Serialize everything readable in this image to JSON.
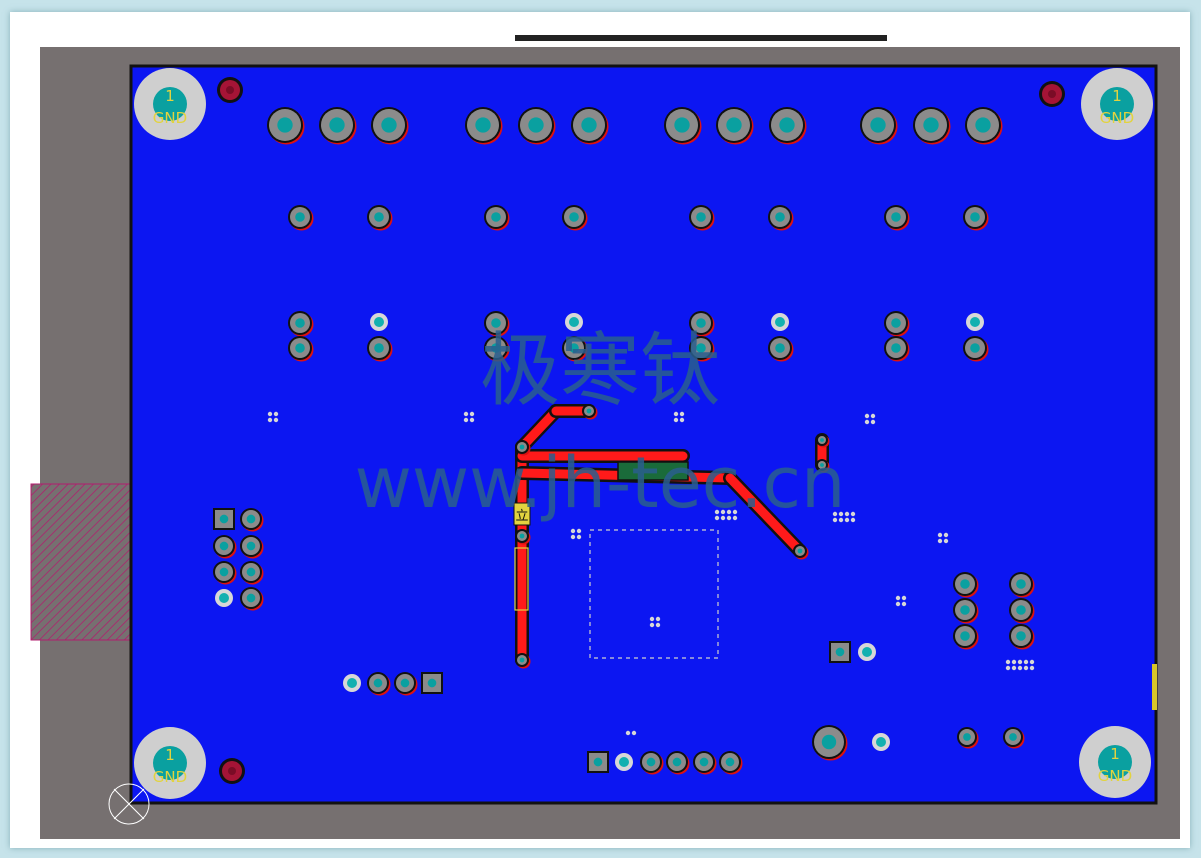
{
  "board": {
    "copper_color": "#0c16f2",
    "outline_color": "#111111",
    "trace_color": "#ff1a1a",
    "background_color": "#767070"
  },
  "mounting_holes": [
    {
      "net": "1",
      "label": "GND"
    },
    {
      "net": "1",
      "label": "GND"
    },
    {
      "net": "1",
      "label": "GND"
    },
    {
      "net": "1",
      "label": "GND"
    }
  ],
  "watermark": {
    "chinese": "极寒钛",
    "url": "www.jh-tec.cn"
  },
  "component_label": "立"
}
